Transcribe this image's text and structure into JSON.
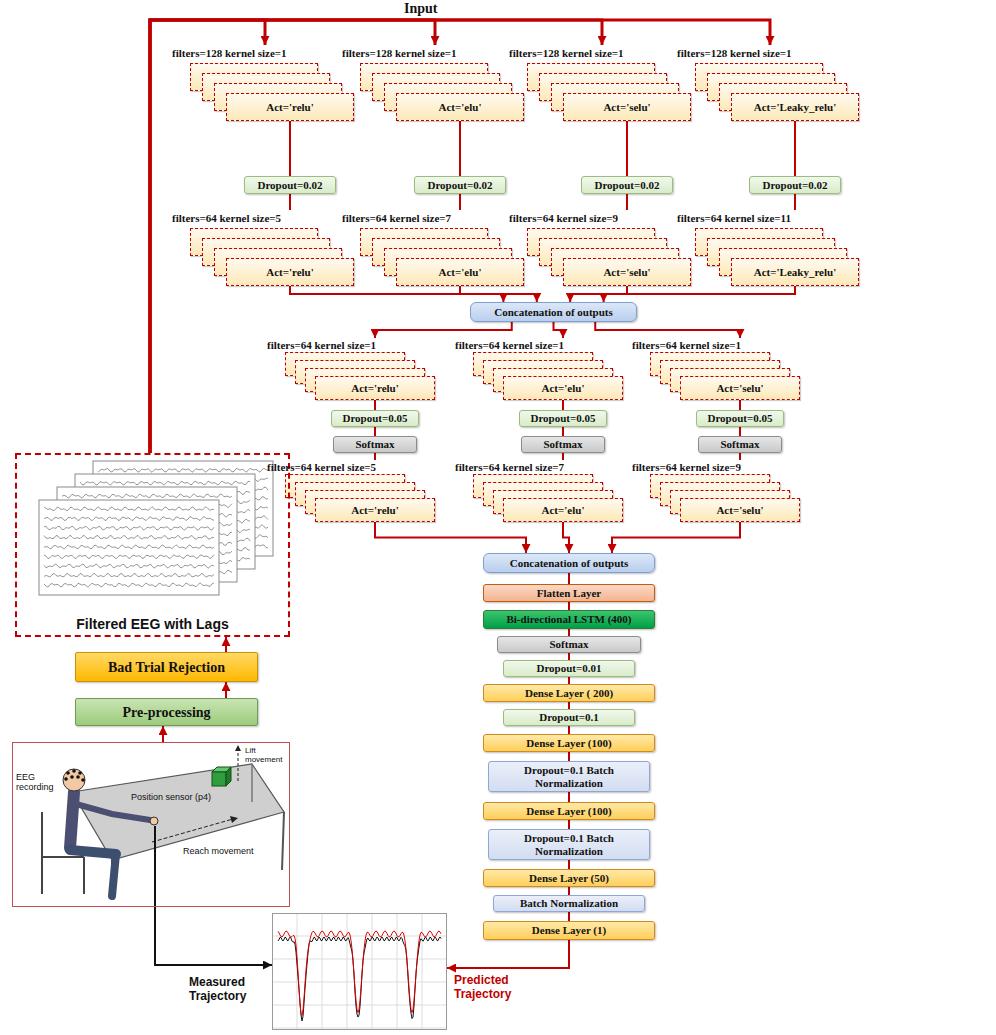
{
  "diagram": {
    "nodes": [
      {
        "text": [
          "filters=128 kernel size=1",
          "Act='relu'"
        ]
      },
      {
        "text": [
          "filters=128 kernel size=1",
          "Act='elu'"
        ]
      },
      {
        "text": [
          "filters=128 kernel size=1",
          "Act='selu'"
        ]
      },
      {
        "text": [
          "filters=128 kernel size=1",
          "Act='Leaky_relu'"
        ]
      },
      {
        "text": [
          "Dropout=0.02"
        ]
      },
      {
        "text": [
          "Dropout=0.02"
        ]
      },
      {
        "text": [
          "Dropout=0.02"
        ]
      },
      {
        "text": [
          "Dropout=0.02"
        ]
      },
      {
        "text": [
          "filters=64 kernel size=5",
          "Act='relu'"
        ]
      },
      {
        "text": [
          "filters=64 kernel size=7",
          "Act='elu'"
        ]
      },
      {
        "text": [
          "filters=64 kernel size=9",
          "Act='selu'"
        ]
      },
      {
        "text": [
          "filters=64 kernel size=11",
          "Act='Leaky_relu'"
        ]
      },
      {
        "text": [
          "Concatenation of outputs"
        ]
      },
      {
        "text": [
          "filters=64 kernel size=1",
          "Act='relu'"
        ]
      },
      {
        "text": [
          "filters=64 kernel size=1",
          "Act='elu'"
        ]
      },
      {
        "text": [
          "filters=64 kernel size=1",
          "Act='selu'"
        ]
      },
      {
        "text": [
          "Dropout=0.05"
        ]
      },
      {
        "text": [
          "Dropout=0.05"
        ]
      },
      {
        "text": [
          "Dropout=0.05"
        ]
      },
      {
        "text": [
          "Softmax"
        ]
      },
      {
        "text": [
          "Softmax"
        ]
      },
      {
        "text": [
          "Softmax"
        ]
      },
      {
        "text": [
          "filters=64 kernel size=5",
          "Act='relu'"
        ]
      },
      {
        "text": [
          "filters=64 kernel size=7",
          "Act='elu'"
        ]
      },
      {
        "text": [
          "filters=64 kernel size=9",
          "Act='selu'"
        ]
      },
      {
        "text": [
          "Concatenation of outputs"
        ]
      },
      {
        "text": [
          "Flatten Layer"
        ]
      },
      {
        "text": [
          "Bi-directional LSTM (400)"
        ]
      },
      {
        "text": [
          "Softmax"
        ]
      },
      {
        "text": [
          "Dropout=0.01"
        ]
      },
      {
        "text": [
          "Dense Layer ( 200)"
        ]
      },
      {
        "text": [
          "Dropout=0.1"
        ]
      },
      {
        "text": [
          "Dense Layer (100)"
        ]
      },
      {
        "text": [
          "Dropout=0.1 Batch Normalization"
        ]
      },
      {
        "text": [
          "Dense Layer (100)"
        ]
      },
      {
        "text": [
          "Dropout=0.1 Batch Normalization"
        ]
      },
      {
        "text": [
          "Dense Layer (50)"
        ]
      },
      {
        "text": [
          "Batch Normalization"
        ]
      },
      {
        "text": [
          "Dense Layer (1)"
        ]
      },
      {
        "text": [
          "Filtered EEG with Lags"
        ]
      },
      {
        "text": [
          "Bad Trial Rejection"
        ]
      },
      {
        "text": [
          "Pre-processing"
        ]
      },
      {
        "text": [
          "EEG recording",
          "Position sensor (p4)",
          "Lift movement",
          "Reach movement"
        ]
      },
      {
        "text": [
          "Measured Trajectory",
          "Predicted Trajectory"
        ]
      }
    ],
    "edges": [
      {
        "from": 39,
        "to": 0,
        "arrow": "to"
      },
      {
        "from": 39,
        "to": 1,
        "arrow": "to"
      },
      {
        "from": 39,
        "to": 2,
        "arrow": "to"
      },
      {
        "from": 39,
        "to": 3,
        "arrow": "to"
      },
      {
        "from": 0,
        "to": 4,
        "arrow": "none"
      },
      {
        "from": 1,
        "to": 5,
        "arrow": "none"
      },
      {
        "from": 2,
        "to": 6,
        "arrow": "none"
      },
      {
        "from": 3,
        "to": 7,
        "arrow": "none"
      },
      {
        "from": 4,
        "to": 8,
        "arrow": "none"
      },
      {
        "from": 5,
        "to": 9,
        "arrow": "none"
      },
      {
        "from": 6,
        "to": 10,
        "arrow": "none"
      },
      {
        "from": 7,
        "to": 11,
        "arrow": "none"
      },
      {
        "from": 8,
        "to": 12,
        "arrow": "to"
      },
      {
        "from": 9,
        "to": 12,
        "arrow": "to"
      },
      {
        "from": 10,
        "to": 12,
        "arrow": "to"
      },
      {
        "from": 11,
        "to": 12,
        "arrow": "to"
      },
      {
        "from": 12,
        "to": 13,
        "arrow": "to"
      },
      {
        "from": 12,
        "to": 14,
        "arrow": "to"
      },
      {
        "from": 12,
        "to": 15,
        "arrow": "to"
      },
      {
        "from": 13,
        "to": 16,
        "arrow": "none"
      },
      {
        "from": 14,
        "to": 17,
        "arrow": "none"
      },
      {
        "from": 15,
        "to": 18,
        "arrow": "none"
      },
      {
        "from": 16,
        "to": 19,
        "arrow": "none"
      },
      {
        "from": 17,
        "to": 20,
        "arrow": "none"
      },
      {
        "from": 18,
        "to": 21,
        "arrow": "none"
      },
      {
        "from": 19,
        "to": 22,
        "arrow": "none"
      },
      {
        "from": 20,
        "to": 23,
        "arrow": "none"
      },
      {
        "from": 21,
        "to": 24,
        "arrow": "none"
      },
      {
        "from": 22,
        "to": 25,
        "arrow": "to"
      },
      {
        "from": 23,
        "to": 25,
        "arrow": "to"
      },
      {
        "from": 24,
        "to": 25,
        "arrow": "to"
      },
      {
        "from": 25,
        "to": 26,
        "arrow": "none"
      },
      {
        "from": 26,
        "to": 27,
        "arrow": "none"
      },
      {
        "from": 27,
        "to": 28,
        "arrow": "none"
      },
      {
        "from": 28,
        "to": 29,
        "arrow": "none"
      },
      {
        "from": 29,
        "to": 30,
        "arrow": "none"
      },
      {
        "from": 30,
        "to": 31,
        "arrow": "none"
      },
      {
        "from": 31,
        "to": 32,
        "arrow": "none"
      },
      {
        "from": 32,
        "to": 33,
        "arrow": "none"
      },
      {
        "from": 33,
        "to": 34,
        "arrow": "none"
      },
      {
        "from": 34,
        "to": 35,
        "arrow": "none"
      },
      {
        "from": 35,
        "to": 36,
        "arrow": "none"
      },
      {
        "from": 36,
        "to": 37,
        "arrow": "none"
      },
      {
        "from": 37,
        "to": 38,
        "arrow": "none"
      },
      {
        "from": 38,
        "to": 43,
        "arrow": "to"
      },
      {
        "from": 42,
        "to": 43,
        "arrow": "to"
      },
      {
        "from": 42,
        "to": 41,
        "arrow": "to"
      },
      {
        "from": 41,
        "to": 40,
        "arrow": "to"
      },
      {
        "from": 40,
        "to": 39,
        "arrow": "to"
      }
    ],
    "labels": [
      "Input"
    ]
  }
}
